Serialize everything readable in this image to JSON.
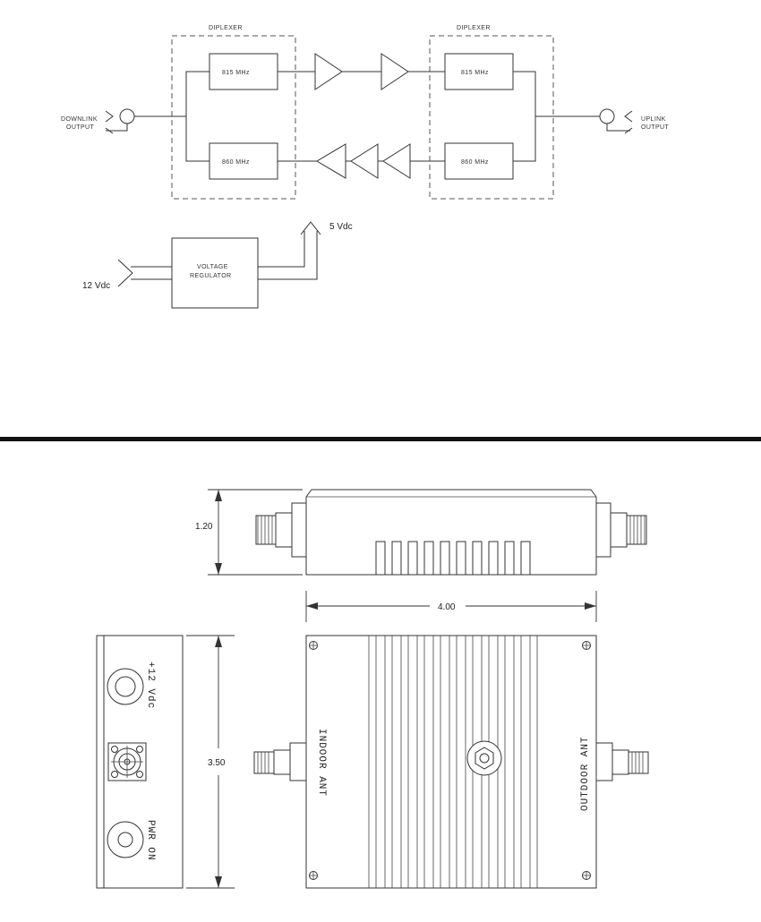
{
  "block_diagram": {
    "diplexer_left_label": "DIPLEXER",
    "diplexer_right_label": "DIPLEXER",
    "filter_815_left": "815 MHz",
    "filter_860_left": "860 MHz",
    "filter_815_right": "815 MHz",
    "filter_860_right": "860 MHz",
    "downlink_label_1": "DOWNLINK",
    "downlink_label_2": "OUTPUT",
    "uplink_label_1": "UPLINK",
    "uplink_label_2": "OUTPUT",
    "regulator_label_1": "VOLTAGE",
    "regulator_label_2": "REGULATOR",
    "input_voltage": "12 Vdc",
    "output_voltage": "5 Vdc"
  },
  "mechanical": {
    "height_dim": "1.20",
    "length_dim": "4.00",
    "width_dim": "3.50",
    "power_jack_label": "+12 Vdc",
    "power_led_label": "PWR ON",
    "indoor_ant_label": "INDOOR ANT",
    "outdoor_ant_label": "OUTDOOR ANT"
  }
}
